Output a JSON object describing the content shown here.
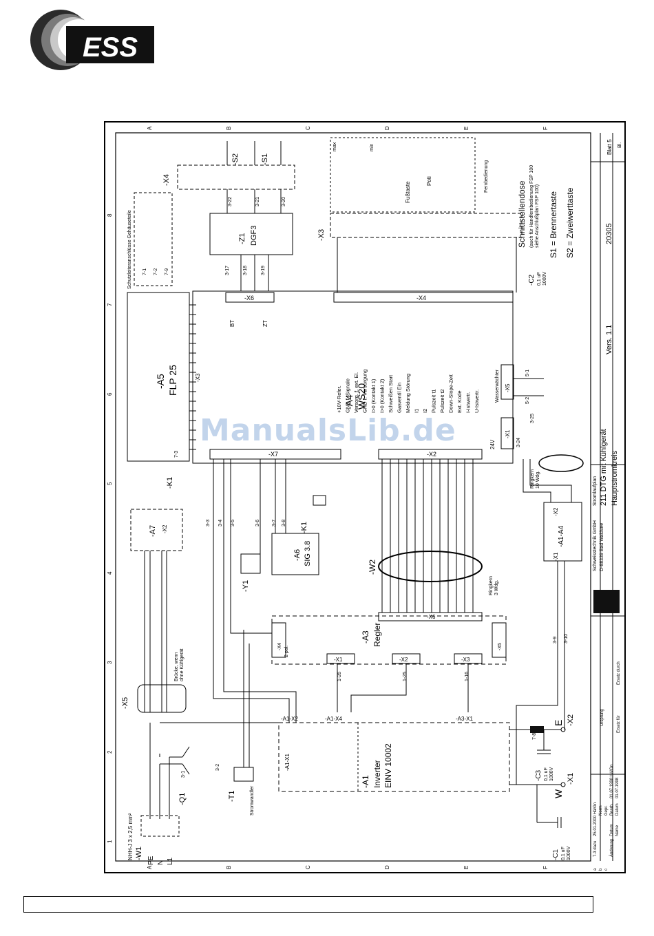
{
  "logo": {
    "text": "ESS"
  },
  "watermark": "ManualsLib.de",
  "grid": {
    "cols": [
      "A",
      "B",
      "C",
      "D",
      "E",
      "F"
    ],
    "rows": [
      "1",
      "2",
      "3",
      "4",
      "5",
      "6",
      "7",
      "8"
    ]
  },
  "title_block": {
    "company1": "Schweisstechnik GmbH",
    "company2": "D-88339 Bad Waldsee",
    "doc_type": "Stromlaufplan",
    "title1": "211 DTG mit Kühlgerät",
    "title2": "Hauptstromkreis",
    "version": "Vers. 1.1",
    "drawing_no": "20305",
    "sheet": "Blatt 5",
    "sheet2": "Bl.",
    "datum": "Datum",
    "datum_val": "01.07.1998",
    "bearb": "Bearb.",
    "bearb_val": "01.07.1998 Hä/Gn",
    "gepr": "Gepr.",
    "norm": "Norm",
    "ersatz_fuer": "Ersatz für",
    "ersatz_durch": "Ersatz durch",
    "ursprung": "Ursprung",
    "rev_a": "a",
    "rev_b": "b",
    "rev_c": "c",
    "rev_a_desc": "7-3 dazu",
    "rev_a_date": "25.01.2000 Hä/Gn",
    "rev_header": "Änderung",
    "datum_col": "Datum",
    "name_col": "Name"
  },
  "components": {
    "W1": "-W1",
    "W1_spec": "NHH-J 3 x 2,5 mm²",
    "PE": "PE",
    "N": "N",
    "L1": "L1",
    "Q1": "-Q1",
    "T1": "-T1",
    "T1_label": "Stromwandler",
    "A1": "-A1",
    "A1_name": "Inverter",
    "A1_type": "EINV 10002",
    "A1_X1": "-A1-X1",
    "A1_X2": "-A1-X2",
    "A1_X4": "-A1-X4",
    "A3_X1": "-A3-X1",
    "C1": "-C1",
    "C1_val": "0,1 uF",
    "C1_volt": "1000V",
    "C3": "-C3",
    "C3_val": "0,1 uF",
    "C3_volt": "1000V",
    "C2": "-C2",
    "C2_val": "0,1 uF",
    "C2_volt": "1000V",
    "X1": "-X1",
    "X2": "-X2",
    "W": "W",
    "E": "E",
    "A3": "-A3",
    "A3_name": "Regler",
    "A3_X4": "-X4",
    "A3_X4_label": "2 pol.",
    "A3_X5": "-X5",
    "A3_X6": "-X6",
    "A3_X1n": "-X1",
    "A3_X2n": "-X2",
    "A3_X3n": "-X3",
    "X5": "-X5",
    "X5_note1": "Brücke, wenn",
    "X5_note2": "ohne Kühlgerät",
    "A7": "-A7",
    "A7_X2": "-X2",
    "K1": "-K1",
    "Y1": "-Y1",
    "A6": "-A6",
    "A6_type": "SIG 3.8",
    "W2": "-W2",
    "W2_ring": "Ringkern",
    "W2_ring2": "3 Wdg.",
    "A1A4": "-A1-A4",
    "A1A4_X2": "-X2",
    "A1A4_X1": "-X1",
    "ring2": "Ringkern",
    "ring2b": "10 Wdg.",
    "A5": "-A5",
    "A5_type": "FLP 25",
    "A5_X3": "-X3",
    "A4": "-A4",
    "A4_type": "WS20",
    "A4_X7": "-X7",
    "A4_X2": "-X2",
    "A4_X1": "-X1",
    "A4_X5": "-X5",
    "A4_X4": "-X4",
    "A4_X6": "-X6",
    "A4_wasser": "Wasserwächter",
    "A4_24v": "24V",
    "Z1": "-Z1",
    "Z1_type": "DGF3",
    "X4": "-X4",
    "S1": "-S1",
    "S2": "-S2",
    "X3": "-X3",
    "schutz": "Schutzleiteranschlüsse Gehäuseteile",
    "poti": "Poti",
    "fusstaste": "Fußtaste",
    "fernbedienung": "Fernbedienung",
    "schnitt1": "Schnittstellendose",
    "schnitt2": "(auch für Handfernbedienung FSP 100",
    "schnitt3": "siehe Anschlußplan FSP 100)",
    "s1_def": "S1 = Brennertaste",
    "s2_def": "S2 = Zweiwerttaste",
    "max": "max",
    "min": "min",
    "BT": "BT",
    "ZT": "ZT"
  },
  "a4_signals": [
    "+10V-Refer.",
    "GND f. Signale",
    "Versorg. f. ext. El.",
    "GND f. Versorgung",
    "I>0 (Kontakt 1)",
    "I>0 (Kontakt 2)",
    "Schweißen Start",
    "Gasventil Ein",
    "Meldung Störung",
    "I1",
    "I2",
    "Pulszeit t1",
    "Pulszeit t2",
    "Down-Slope-Zeit",
    "Ext. Kode",
    "I-Istwertr.",
    "U-Istwertr."
  ],
  "wire_labels": {
    "w3_1": "3-1",
    "w3_2": "3-2",
    "w3_3": "3-3",
    "w3_4": "3-4",
    "w3_5": "3-5",
    "w3_6": "3-6",
    "w3_7": "3-7",
    "w3_8": "3-8",
    "w3_9": "3-9",
    "w3_10": "3-10",
    "w3_17": "3-17",
    "w3_18": "3-18",
    "w3_19": "3-19",
    "w3_20": "3-20",
    "w3_21": "3-21",
    "w3_22": "3-22",
    "w3_24": "3-24",
    "w3_25": "3-25",
    "w5_1": "5-1",
    "w5_2": "5-2",
    "w7_1": "7-1",
    "w7_2": "7-2",
    "w7_3": "7-3",
    "w7_8": "7-8",
    "w7_9": "7-9",
    "w1_26": "1-26",
    "w1_25": "1-25",
    "w1_16": "1-16"
  }
}
